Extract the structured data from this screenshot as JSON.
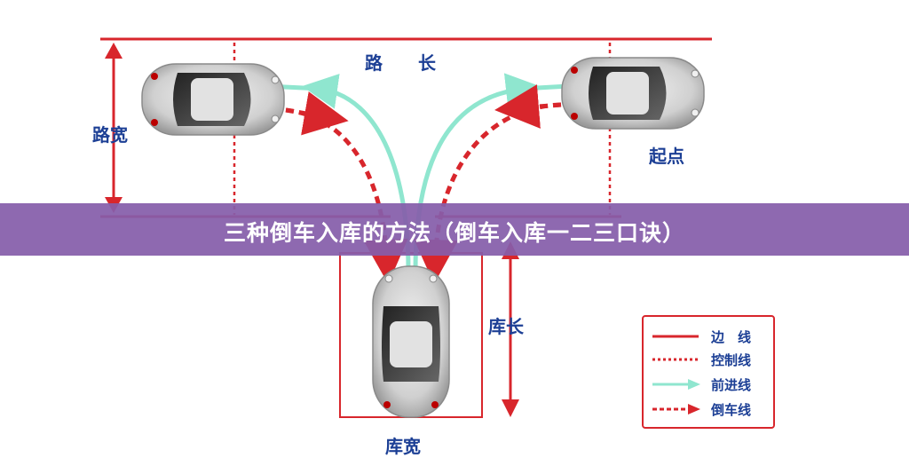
{
  "labels": {
    "road_length": "路　　长",
    "road_width": "路宽",
    "start_point": "起点",
    "garage_length": "库长",
    "garage_width": "库宽"
  },
  "banner": {
    "title": "三种倒车入库的方法（倒车入库一二三口诀）"
  },
  "legend": [
    {
      "label": "边　线",
      "style": "solid",
      "color": "#d8262c"
    },
    {
      "label": "控制线",
      "style": "dotted",
      "color": "#d8262c"
    },
    {
      "label": "前进线",
      "style": "arrow",
      "color": "#8fe6cf"
    },
    {
      "label": "倒车线",
      "style": "dashed-arrow",
      "color": "#d8262c"
    }
  ],
  "colors": {
    "boundary": "#d8262c",
    "forward": "#8fe6cf",
    "reverse": "#d8262c",
    "label": "#1c3f95",
    "banner": "#855eaa"
  }
}
